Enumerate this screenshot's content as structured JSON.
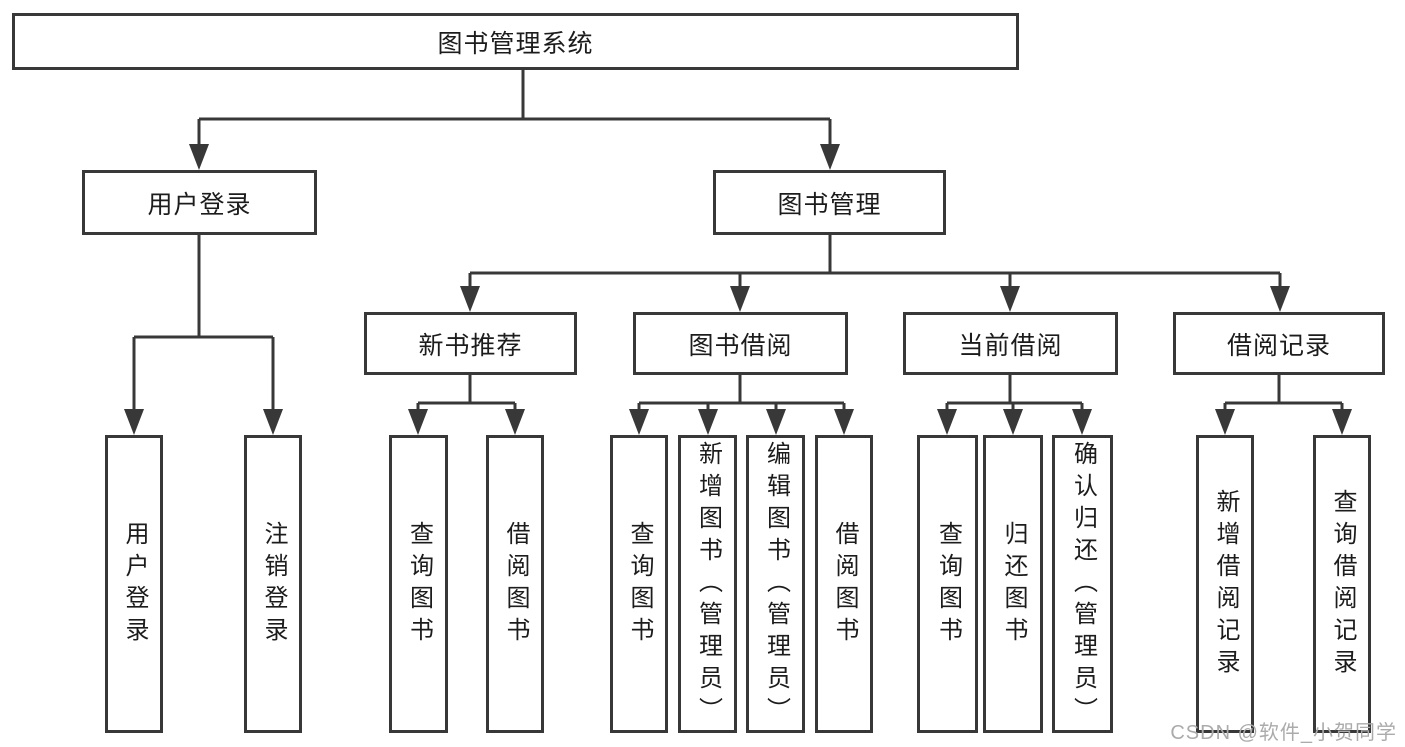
{
  "diagram_type": "hierarchy-tree",
  "colors": {
    "background": "#ffffff",
    "line": "#383838",
    "box_border": "#383838",
    "text": "#1c1c1c",
    "watermark": "#ababab"
  },
  "tree": {
    "root": {
      "label": "图书管理系统",
      "children": [
        {
          "label": "用户登录",
          "children": [
            {
              "label": "用户登录"
            },
            {
              "label": "注销登录"
            }
          ]
        },
        {
          "label": "图书管理",
          "children": [
            {
              "label": "新书推荐",
              "children": [
                {
                  "label": "查询图书"
                },
                {
                  "label": "借阅图书"
                }
              ]
            },
            {
              "label": "图书借阅",
              "children": [
                {
                  "label": "查询图书"
                },
                {
                  "label": "新增图书（管理员）"
                },
                {
                  "label": "编辑图书（管理员）"
                },
                {
                  "label": "借阅图书"
                }
              ]
            },
            {
              "label": "当前借阅",
              "children": [
                {
                  "label": "查询图书"
                },
                {
                  "label": "归还图书"
                },
                {
                  "label": "确认归还（管理员）"
                }
              ]
            },
            {
              "label": "借阅记录",
              "children": [
                {
                  "label": "新增借阅记录"
                },
                {
                  "label": "查询借阅记录"
                }
              ]
            }
          ]
        }
      ]
    }
  },
  "watermark": "CSDN @软件_小贺同学"
}
